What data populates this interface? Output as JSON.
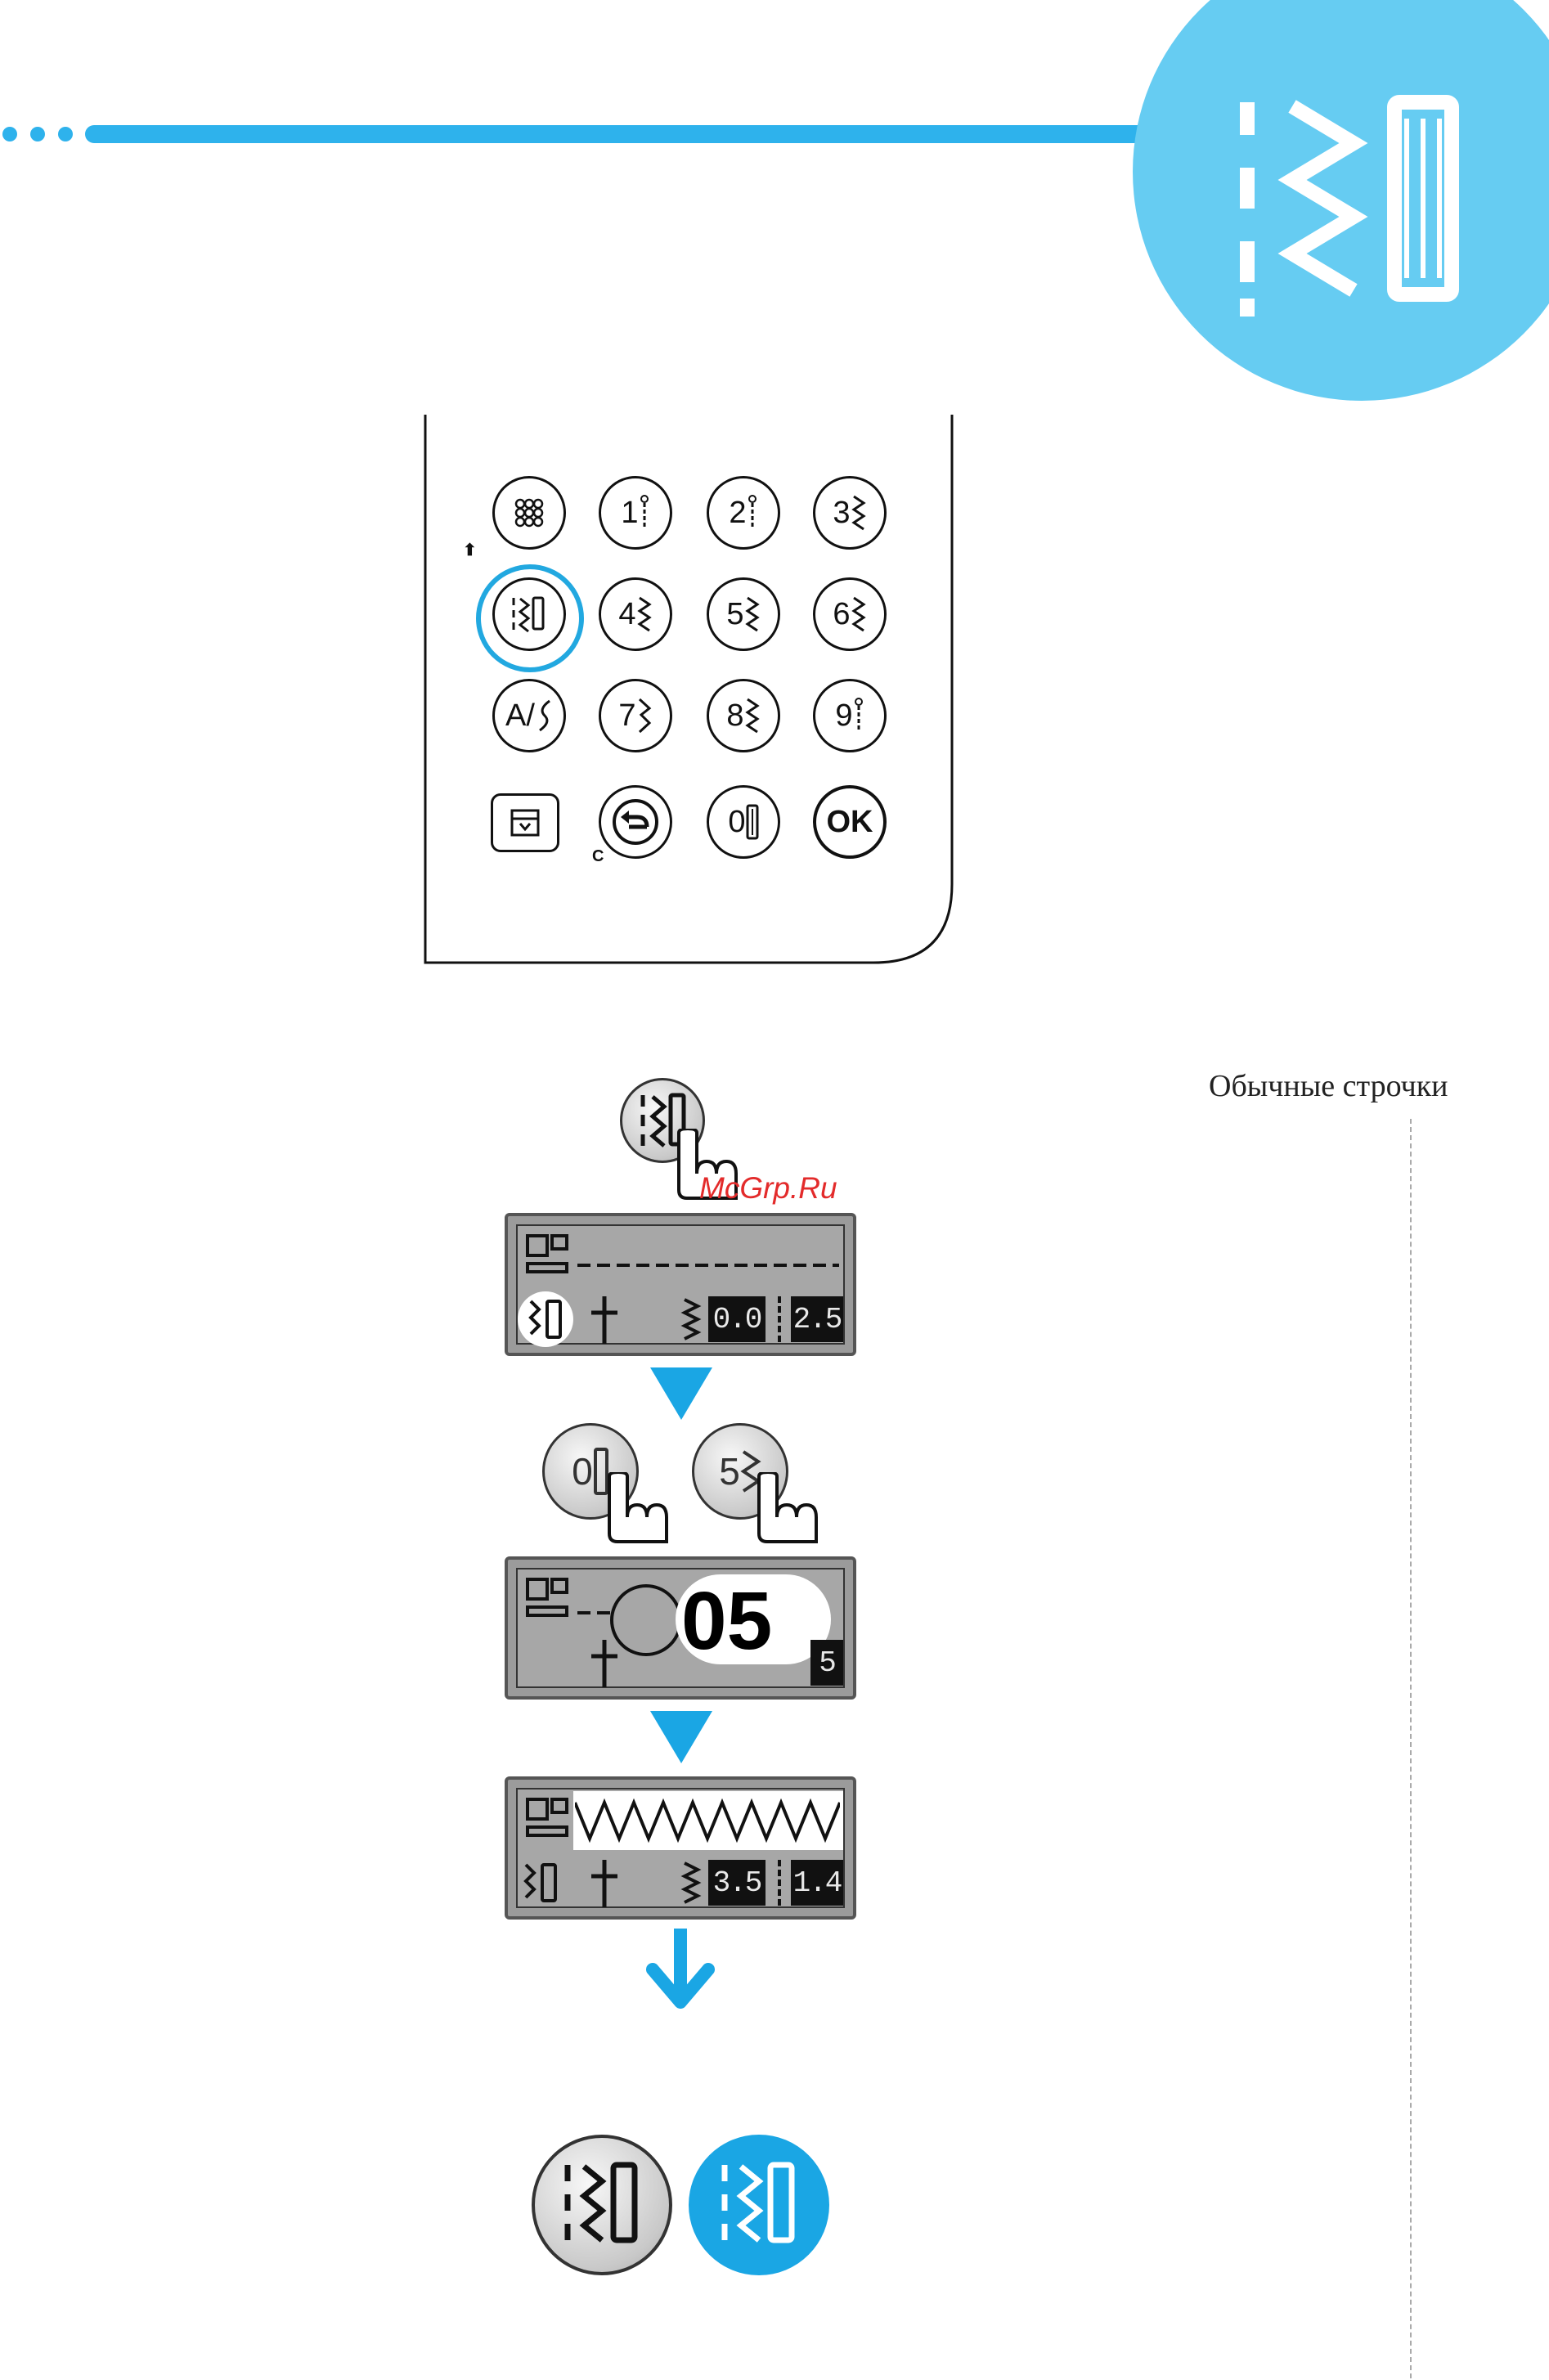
{
  "page": {
    "side_title": "Обычные строчки",
    "watermark": "McGrp.Ru",
    "accent_color": "#1aa6e4",
    "corner_color": "#66ccf2"
  },
  "panel": {
    "buttons": [
      {
        "id": "dots-button",
        "label": "",
        "icon": "stitch-dots-icon"
      },
      {
        "id": "btn-1",
        "label": "1",
        "icon": "straight-stitch-icon"
      },
      {
        "id": "btn-2",
        "label": "2",
        "icon": "straight-stitch-icon"
      },
      {
        "id": "btn-3",
        "label": "3",
        "icon": "zigzag-stitch-icon"
      },
      {
        "id": "stitch-mode-button",
        "label": "",
        "icon": "stitch-mode-icon",
        "highlighted": true
      },
      {
        "id": "btn-4",
        "label": "4",
        "icon": "zigzag-stitch-icon"
      },
      {
        "id": "btn-5",
        "label": "5",
        "icon": "zigzag-stitch-icon"
      },
      {
        "id": "btn-6",
        "label": "6",
        "icon": "zigzag-stitch-icon"
      },
      {
        "id": "alpha-button",
        "label": "A/",
        "icon": "script-letter-icon"
      },
      {
        "id": "btn-7",
        "label": "7",
        "icon": "decorative-stitch-icon"
      },
      {
        "id": "btn-8",
        "label": "8",
        "icon": "zigzag-stitch-icon"
      },
      {
        "id": "btn-9",
        "label": "9",
        "icon": "straight-stitch-icon"
      },
      {
        "id": "memory-button",
        "label": "",
        "icon": "memory-icon"
      },
      {
        "id": "back-button",
        "label": "",
        "icon": "back-arrow-icon"
      },
      {
        "id": "btn-0",
        "label": "0",
        "icon": "buttonhole-icon"
      },
      {
        "id": "ok-button",
        "label": "OK",
        "icon": ""
      }
    ],
    "back_sublabel": "C"
  },
  "steps": {
    "lcd1": {
      "width": "0.0",
      "length": "2.5"
    },
    "press_buttons": [
      {
        "label": "0"
      },
      {
        "label": "5"
      }
    ],
    "lcd2": {
      "number": "05",
      "length_partial": "5"
    },
    "lcd3": {
      "width": "3.5",
      "length": "1.4"
    }
  }
}
